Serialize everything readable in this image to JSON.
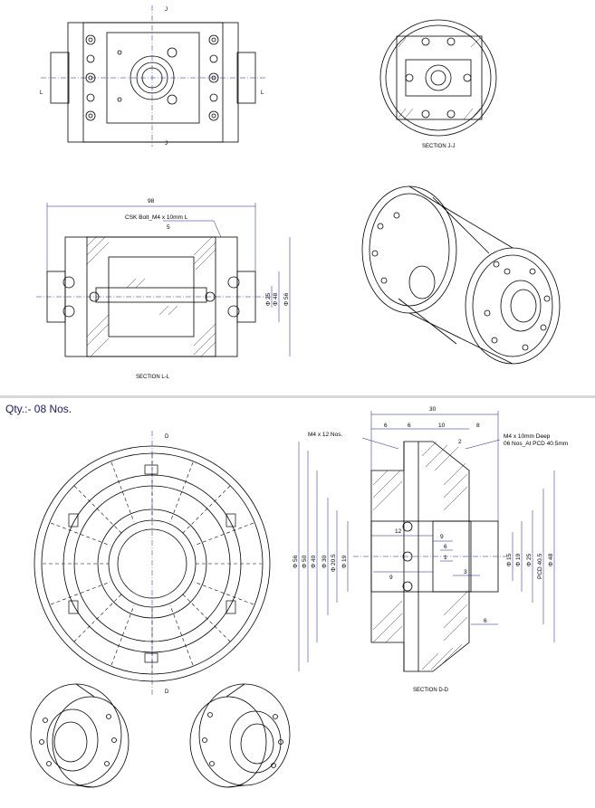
{
  "quantity_note": "Qty.:- 08 Nos.",
  "top_left_view": {
    "cut_label_top": "J",
    "cut_label_bottom": "J",
    "cut_label_left": "L",
    "cut_label_right": "L"
  },
  "section_jj": {
    "caption": "SECTION J-J"
  },
  "section_ll": {
    "caption": "SECTION L-L",
    "overall_width": "98",
    "callout": "CSK Bolt_M4 x 10mm L",
    "small_dim": "5",
    "diameters": [
      "Φ 25",
      "Φ 48",
      "Φ 56"
    ]
  },
  "front_view_d": {
    "cut_label_top": "D",
    "cut_label_bottom": "D"
  },
  "section_dd": {
    "caption": "SECTION D-D",
    "overall_width": "30",
    "top_dims": [
      "6",
      "6",
      "10",
      "8"
    ],
    "small_dim_top": "2",
    "callout_left": "M4 x 12 Nos.",
    "callout_right_line1": "M4 x 10mm Deep",
    "callout_right_line2": "06 Nos_At PCD 40.5mm",
    "left_diameters": [
      "Φ 56",
      "Φ 50",
      "Φ 40",
      "Φ 30",
      "Φ 20.5",
      "Φ 19"
    ],
    "right_diameters": [
      "Φ 15",
      "Φ 19",
      "Φ 25",
      "PCD 40.5",
      "Φ 48"
    ],
    "inner_dims": [
      "12",
      "9",
      "6",
      "1",
      "9",
      "3",
      "6"
    ]
  },
  "colors": {
    "line": "#000000",
    "dimension": "#1a1a8a",
    "panel_bg": "#ffffff",
    "divider": "#d8d8d8"
  }
}
